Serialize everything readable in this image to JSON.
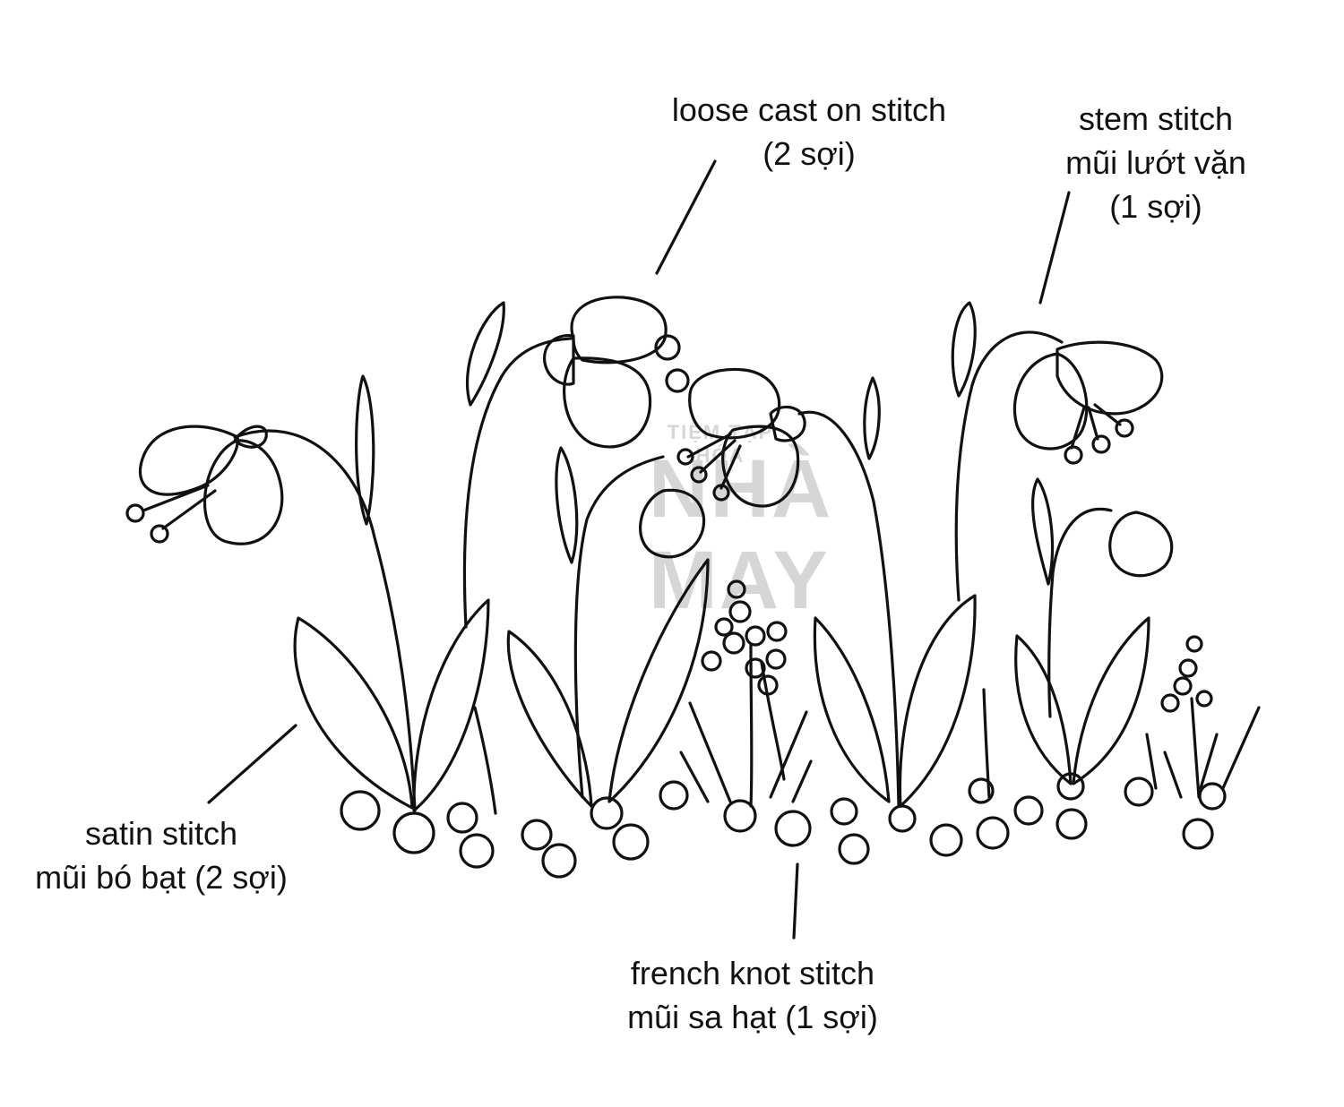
{
  "labels": {
    "cast_on": {
      "line1": "loose cast on stitch",
      "line2": "(2 sợi)"
    },
    "stem": {
      "line1": "stem stitch",
      "line2": "mũi lướt vặn",
      "line3": "(1 sợi)"
    },
    "satin": {
      "line1": "satin stitch",
      "line2": "mũi bó bạt (2 sợi)"
    },
    "french_knot": {
      "line1": "french knot stitch",
      "line2": "mũi sa hạt (1 sợi)"
    }
  },
  "watermark": {
    "line1": "TIỆM TẠP HÓA",
    "line2": "NHÀ",
    "line3": "MAY"
  },
  "colors": {
    "ink": "#111111",
    "watermark": "#d6d6d6",
    "background": "#ffffff"
  }
}
